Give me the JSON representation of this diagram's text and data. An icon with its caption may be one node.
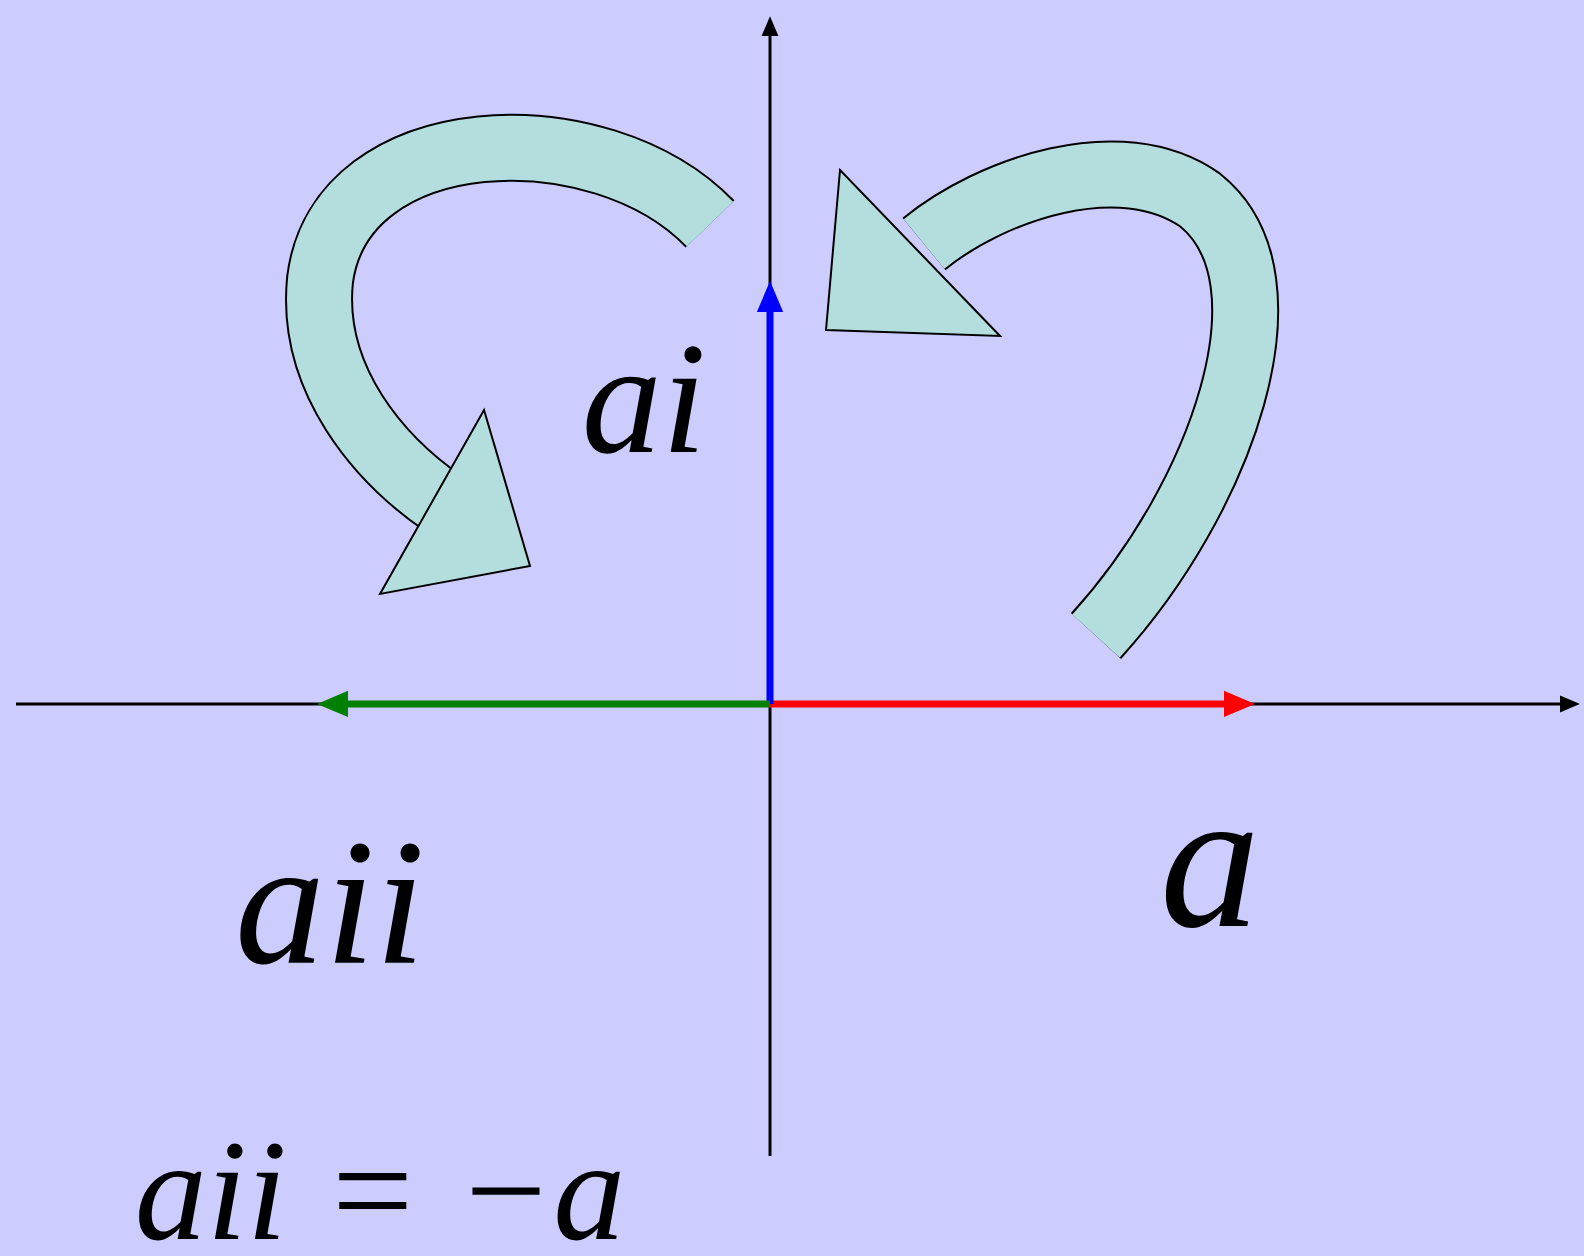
{
  "diagram": {
    "labels": [
      "ai",
      "aii",
      "a",
      "aii = −a"
    ]
  }
}
